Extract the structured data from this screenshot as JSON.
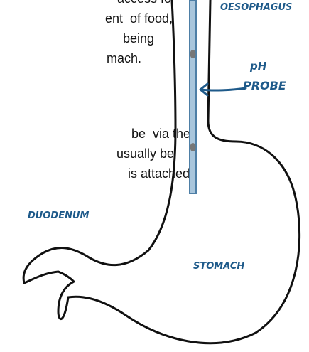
{
  "body_text": {
    "lines": [
      "access for",
      "ent  of food,",
      "being",
      "mach.",
      "be  via the",
      "usually be",
      "is attached"
    ]
  },
  "diagram": {
    "labels": {
      "oesophagus": "OESOPHAGUS",
      "ph": "pH",
      "probe": "PROBE",
      "duodenum": "DUODENUM",
      "stomach": "STOMACH"
    },
    "colors": {
      "outline": "#111111",
      "probe": "#4e7fa6",
      "probe_fill": "#a9c6dc",
      "label": "#1e5a8a"
    }
  }
}
